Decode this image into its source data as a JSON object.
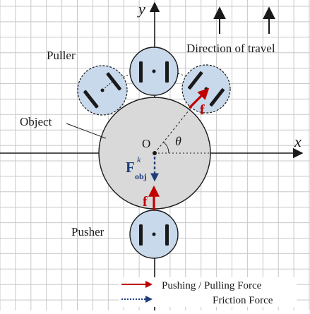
{
  "labels": {
    "y_axis": "y",
    "x_axis": "x",
    "origin": "O",
    "angle": "θ",
    "puller": "Puller",
    "object": "Object",
    "pusher": "Pusher",
    "direction": "Direction of travel",
    "force_main": "F",
    "force_sup": "k",
    "force_sub": "obj",
    "friction_symbol_1": "f",
    "friction_symbol_2": "f"
  },
  "legend": {
    "pushing_pulling": "Pushing / Pulling Force",
    "friction": "Friction Force"
  },
  "colors": {
    "object_fill": "#d9d9d9",
    "robot_fill": "#c9d9ec",
    "push_pull_arrow": "#c00000",
    "friction_arrow": "#1f3c7a",
    "grid": "#c8c8c8",
    "axis": "#1a1a1a"
  }
}
